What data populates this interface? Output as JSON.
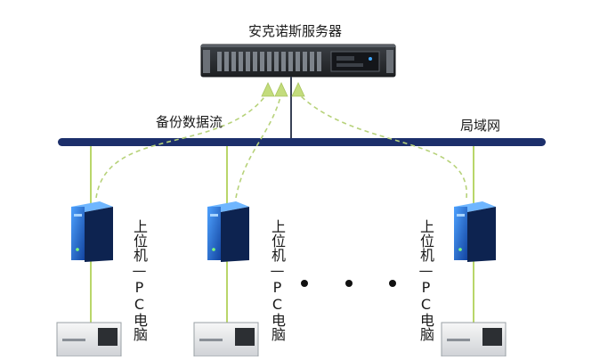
{
  "server": {
    "label": "安克诺斯服务器"
  },
  "network": {
    "label": "局域网"
  },
  "backup_stream": {
    "label": "备份数据流"
  },
  "clients": [
    {
      "label": "上位机—PC电脑"
    },
    {
      "label": "上位机—PC电脑"
    },
    {
      "label": "上位机—PC电脑"
    }
  ],
  "colors": {
    "lan_bus": "#1c2f6b",
    "link_line": "#b9d66a",
    "stream_arrow": "#c3dc7c",
    "tower_front": "#1f63c8",
    "tower_side": "#0d2350",
    "server_body": "#2b2e33"
  },
  "icons": {
    "server": "rack-server-icon",
    "tower": "desktop-tower-icon",
    "instrument": "lab-instrument-icon",
    "ellipsis": "ellipsis-dots-icon"
  }
}
